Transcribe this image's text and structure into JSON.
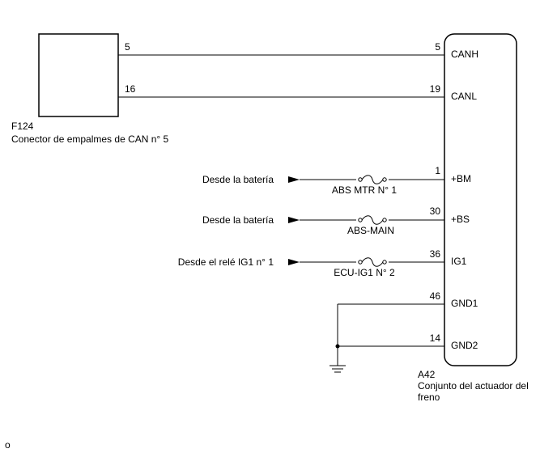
{
  "connector_f124": {
    "code": "F124",
    "name": "Conector de empalmes de CAN n° 5",
    "pins": {
      "canh": "5",
      "canl": "16"
    }
  },
  "actuator_a42": {
    "code": "A42",
    "name_line1": "Conjunto del actuador del",
    "name_line2": "freno",
    "terminals": {
      "canh": {
        "label": "CANH",
        "pin": "5"
      },
      "canl": {
        "label": "CANL",
        "pin": "19"
      },
      "bm": {
        "label": "+BM",
        "pin": "1"
      },
      "bs": {
        "label": "+BS",
        "pin": "30"
      },
      "ig1": {
        "label": "IG1",
        "pin": "36"
      },
      "gnd1": {
        "label": "GND1",
        "pin": "46"
      },
      "gnd2": {
        "label": "GND2",
        "pin": "14"
      }
    }
  },
  "sources": {
    "bm": {
      "text": "Desde la batería",
      "fuse": "ABS MTR N° 1"
    },
    "bs": {
      "text": "Desde la batería",
      "fuse": "ABS-MAIN"
    },
    "ig1": {
      "text": "Desde el relé IG1 n° 1",
      "fuse": "ECU-IG1 N° 2"
    }
  },
  "footnote": "o"
}
